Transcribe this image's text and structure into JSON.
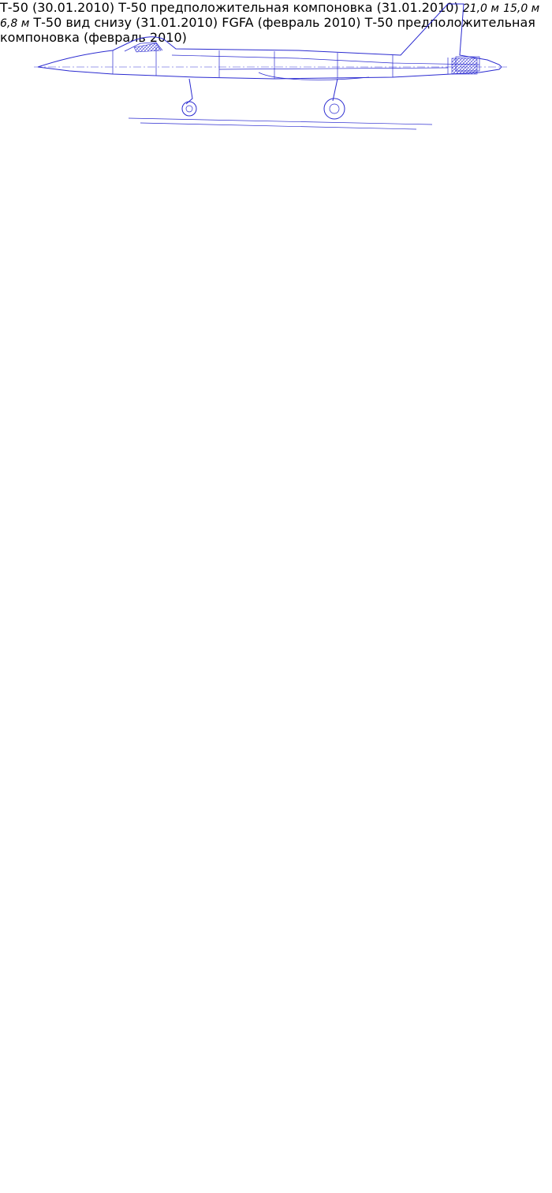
{
  "views": [
    {
      "caption": "Т-50 (30.01.2010)"
    },
    {
      "caption": "Т-50 предположительная компоновка (31.01.2010)"
    },
    {
      "caption": "Т-50 вид снизу (31.01.2010)"
    },
    {
      "caption": "FGFA (февраль 2010)"
    },
    {
      "caption": "Т-50 предположительная компоновка (февраль 2010)"
    }
  ],
  "dimensions": {
    "length": "21,0 м",
    "wingspan": "15,0 м",
    "height": "6,8 м"
  },
  "colors": {
    "line": "#2a2ad0",
    "caption": "#8a8fa3",
    "background": "#ffffff"
  }
}
